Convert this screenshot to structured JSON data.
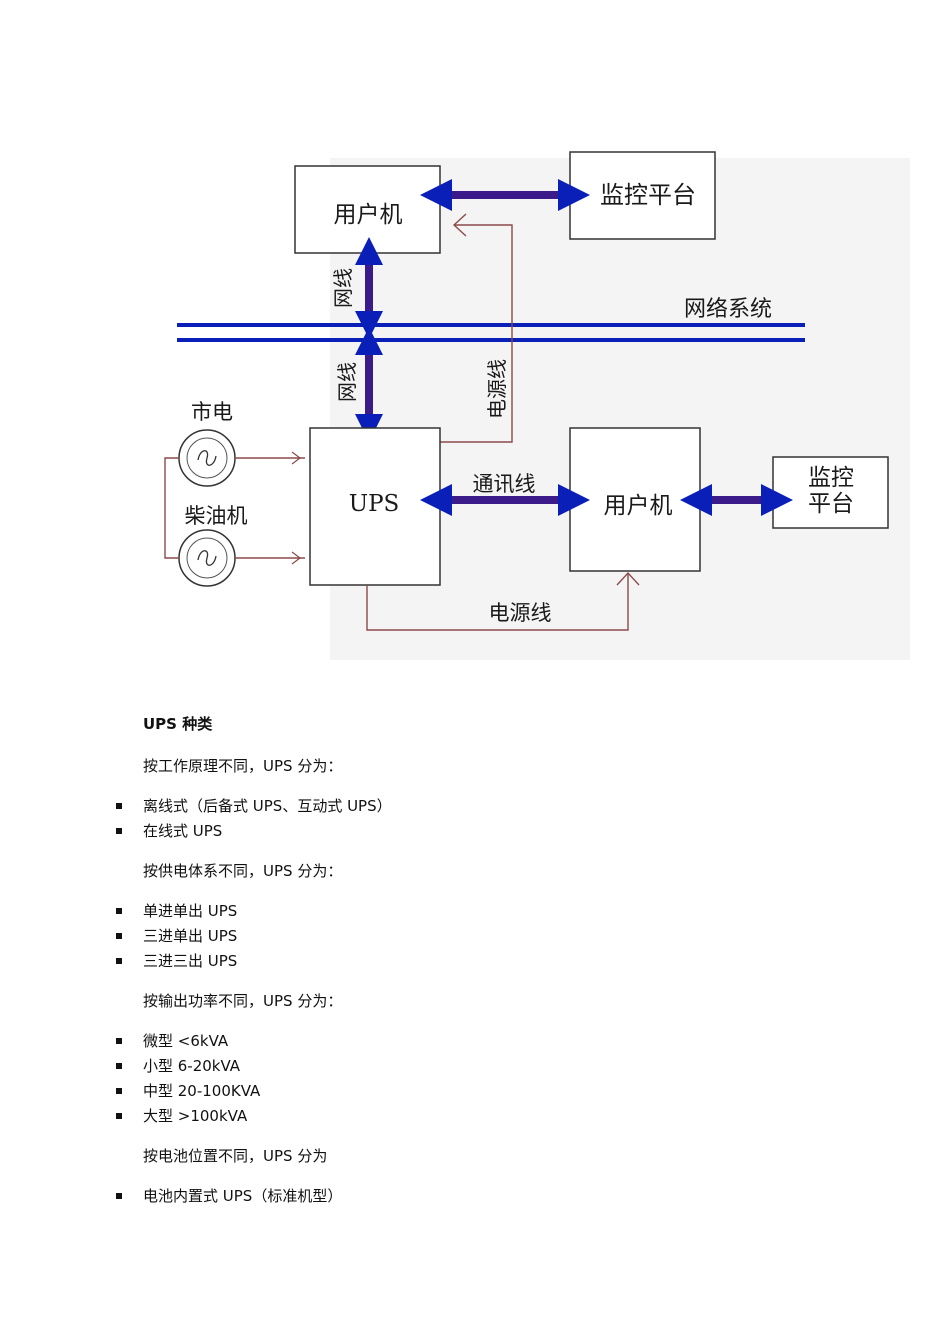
{
  "diagram": {
    "user_pc_top": "用户机",
    "monitor_top": "监控平台",
    "network_system": "网络系统",
    "net_cable_1": "网线",
    "net_cable_2": "网线",
    "power_line_vertical": "电源线",
    "mains": "市电",
    "diesel": "柴油机",
    "ups": "UPS",
    "comm_line": "通讯线",
    "user_pc_bottom": "用户机",
    "monitor_bottom_1": "监控",
    "monitor_bottom_2": "平台",
    "power_line_bottom": "电源线"
  },
  "text": {
    "heading": "UPS 种类",
    "intro_principle": "按工作原理不同，UPS 分为：",
    "principle_items": [
      "离线式（后备式 UPS、互动式 UPS）",
      "在线式 UPS"
    ],
    "intro_supply": "按供电体系不同，UPS 分为：",
    "supply_items": [
      "单进单出 UPS",
      "三进单出 UPS",
      "三进三出 UPS"
    ],
    "intro_power": "按输出功率不同，UPS 分为：",
    "power_items": [
      "微型 <6kVA",
      "小型 6-20kVA",
      "中型 20-100KVA",
      "大型 >100kVA"
    ],
    "intro_battery": "按电池位置不同，UPS 分为",
    "battery_items": [
      "电池内置式 UPS（标准机型）"
    ]
  },
  "colors": {
    "arrow_blue": "#0a1fb8",
    "arrow_purple": "#3b1a8a",
    "wire_brown": "#8c4a4a",
    "box_border": "#333333"
  }
}
